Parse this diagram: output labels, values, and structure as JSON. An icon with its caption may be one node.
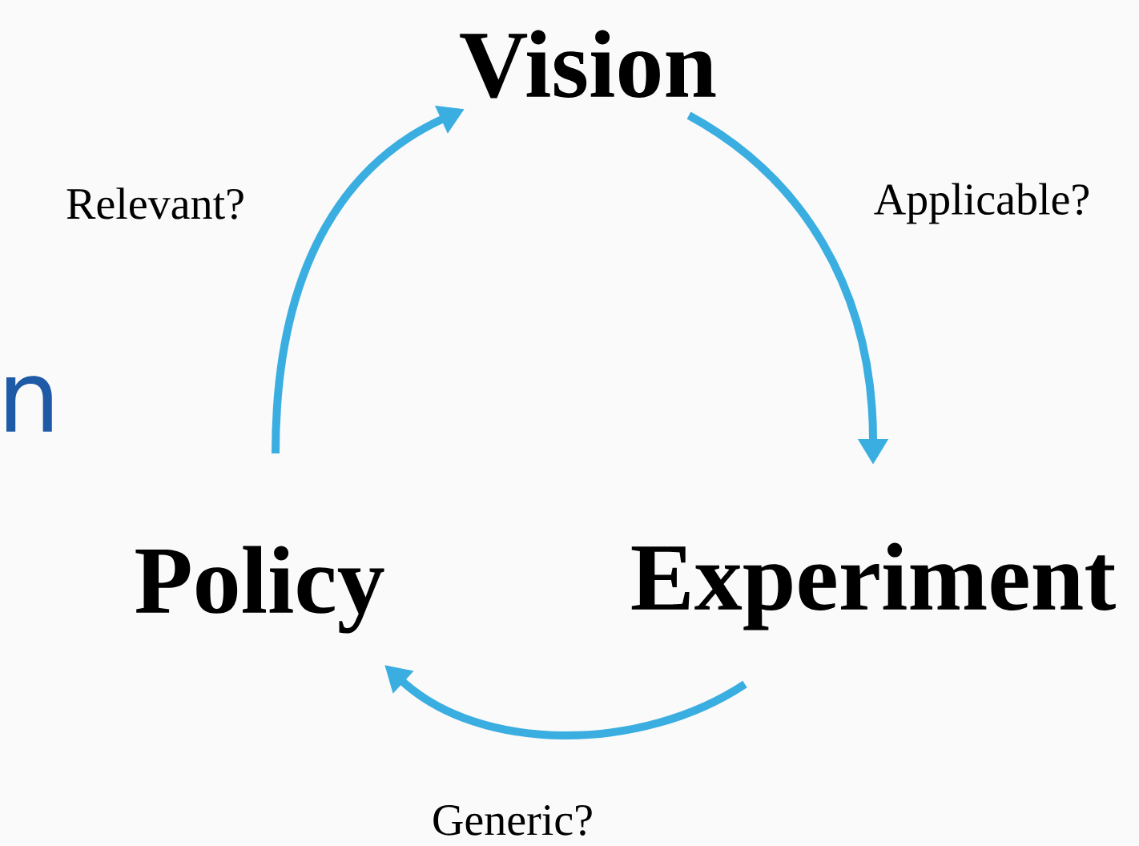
{
  "diagram": {
    "nodes": [
      {
        "text": [
          "Vision"
        ]
      },
      {
        "text": [
          "Policy"
        ]
      },
      {
        "text": [
          "Experiment"
        ]
      }
    ],
    "edges": [
      {
        "from": 0,
        "to": 2,
        "arrow": "to",
        "label": "Applicable?"
      },
      {
        "from": 2,
        "to": 1,
        "arrow": "to",
        "label": "Generic?"
      },
      {
        "from": 1,
        "to": 0,
        "arrow": "to",
        "label": "Relevant?"
      }
    ],
    "labels": [
      "n"
    ]
  }
}
